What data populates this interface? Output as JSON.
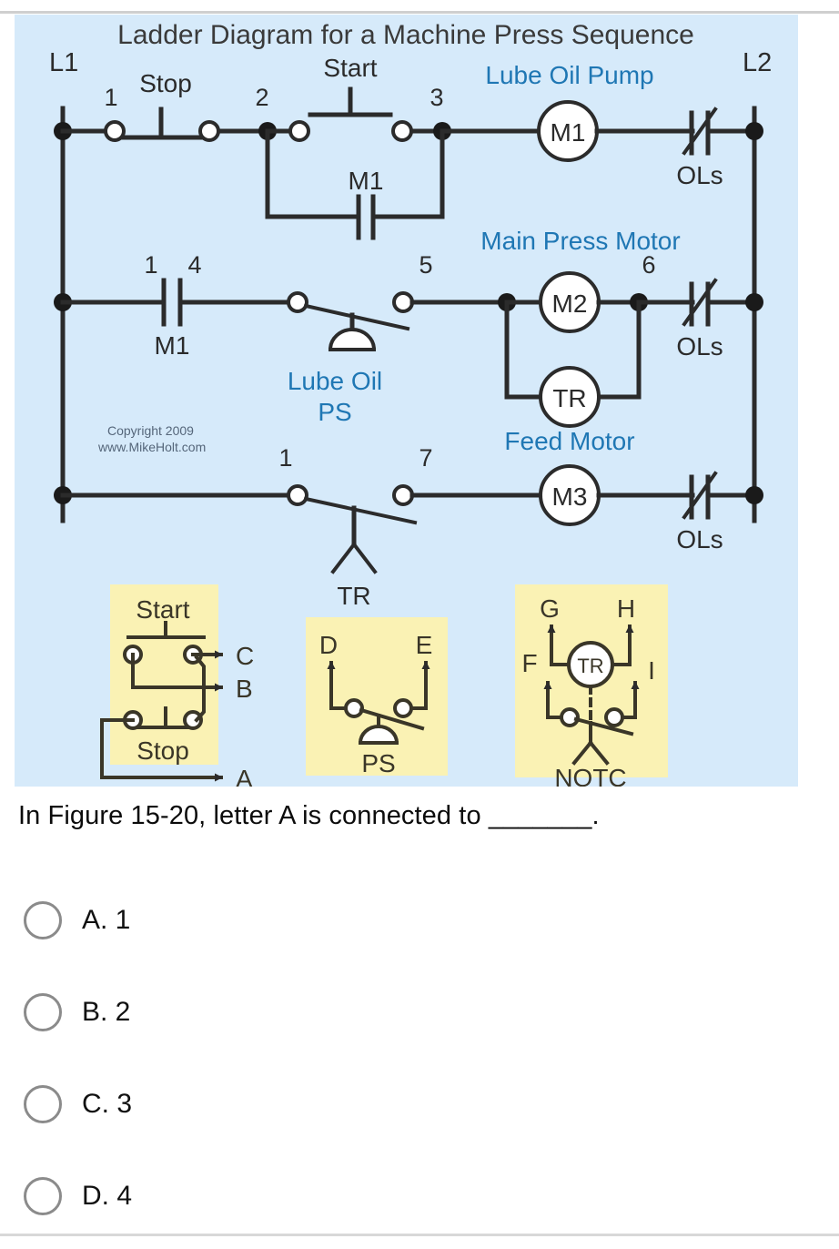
{
  "figure": {
    "title": "Ladder Diagram for a Machine Press Sequence",
    "bus_left_label": "L1",
    "bus_right_label": "L2",
    "copyright_line1": "Copyright 2009",
    "copyright_line2": "www.MikeHolt.com",
    "colors": {
      "panel_background": "#d6eafa",
      "wire": "#2b2b2b",
      "device_label": "#1f77b4",
      "legend_background": "#faf2b4",
      "text": "#333333"
    },
    "rungs": [
      {
        "name": "lube-oil-pump",
        "device_title": "Lube Oil Pump",
        "coil": "M1",
        "overload": "OLs",
        "node_labels": [
          "1",
          "2",
          "3"
        ],
        "contacts": [
          "Stop",
          "Start",
          "M1"
        ]
      },
      {
        "name": "main-press-motor",
        "device_title": "Main Press Motor",
        "coil": "M2",
        "coil_parallel": "TR",
        "overload": "OLs",
        "node_labels": [
          "1",
          "4",
          "5",
          "6"
        ],
        "contacts": [
          "M1",
          "Lube Oil PS"
        ],
        "ps_label_line1": "Lube Oil",
        "ps_label_line2": "PS"
      },
      {
        "name": "feed-motor",
        "device_title": "Feed Motor",
        "coil": "M3",
        "overload": "OLs",
        "node_labels": [
          "1",
          "7"
        ],
        "contacts": [
          "TR"
        ],
        "timer_label": "TR"
      }
    ],
    "legend": [
      {
        "name": "start-stop-legend",
        "top_label": "Start",
        "bottom_label": "Stop",
        "terminals": [
          "C",
          "B",
          "A"
        ]
      },
      {
        "name": "pressure-switch-legend",
        "bottom_label": "PS",
        "terminals": [
          "D",
          "E"
        ]
      },
      {
        "name": "timer-relay-legend",
        "coil": "TR",
        "bottom_label": "NOTC",
        "terminals": [
          "G",
          "H",
          "F",
          "I"
        ]
      }
    ]
  },
  "question": {
    "text": "In Figure 15-20, letter A is connected to _______."
  },
  "options": [
    {
      "id": "A",
      "label": "A. 1"
    },
    {
      "id": "B",
      "label": "B. 2"
    },
    {
      "id": "C",
      "label": "C. 3"
    },
    {
      "id": "D",
      "label": "D. 4"
    }
  ]
}
